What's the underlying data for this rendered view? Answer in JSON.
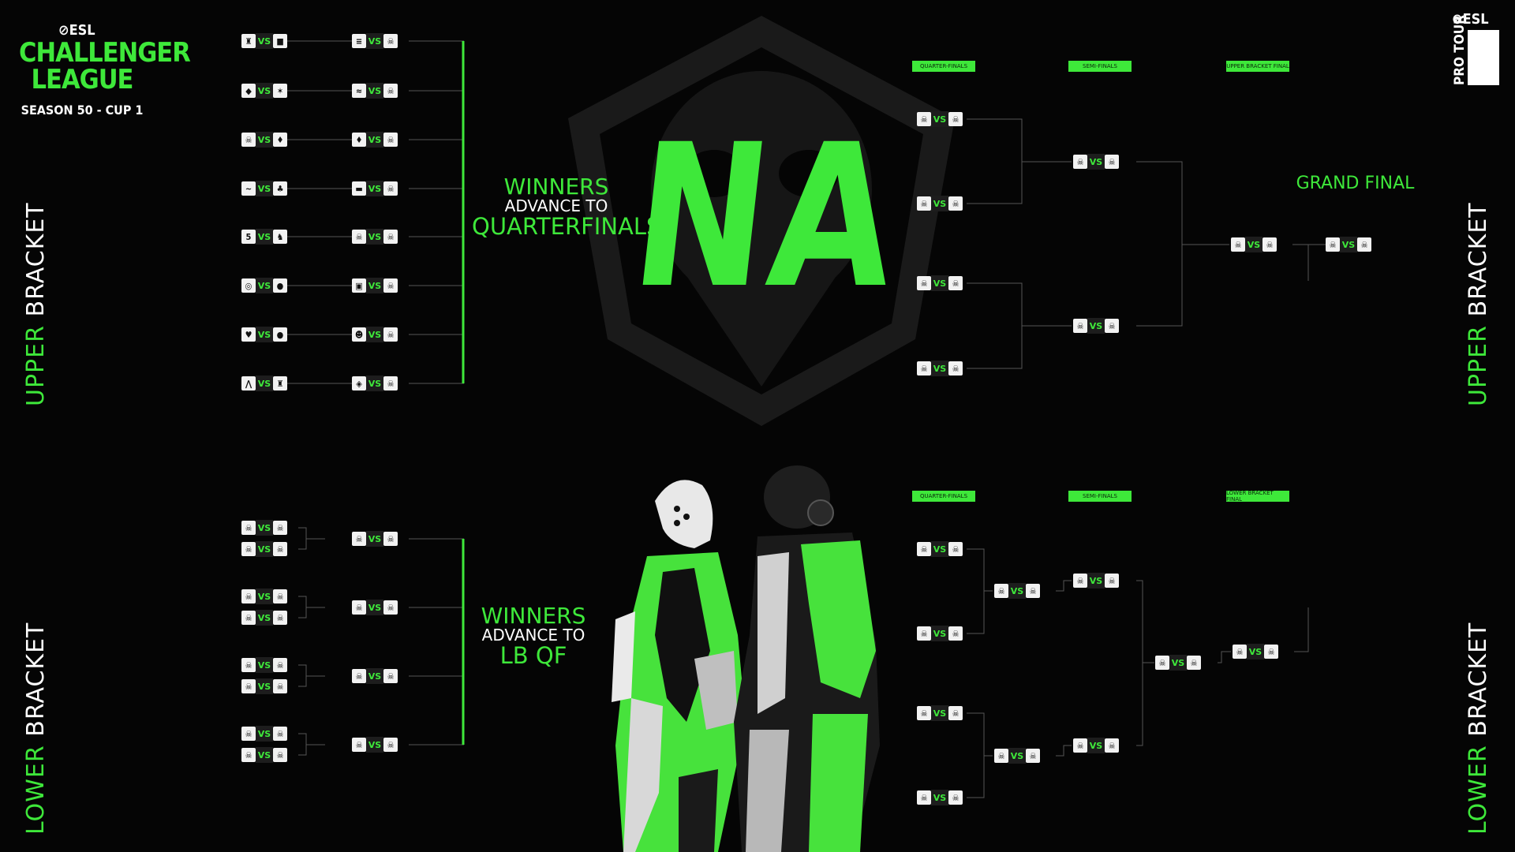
{
  "branding": {
    "esl_logo": "ESL",
    "league_line1": "CHALLENGER",
    "league_line2": "LEAGUE",
    "season": "SEASON 50 - CUP 1",
    "pro_tour_logo": "ESL",
    "pro_tour_text": "PRO TOUR"
  },
  "region": "NA",
  "labels": {
    "upper_bracket": {
      "a": "UPPER",
      "b": "BRACKET"
    },
    "lower_bracket": {
      "a": "LOWER",
      "b": "BRACKET"
    }
  },
  "upper_advance": {
    "l1": "WINNERS",
    "l2": "ADVANCE TO",
    "l3": "QUARTERFINALS"
  },
  "lower_advance": {
    "l1": "WINNERS",
    "l2": "ADVANCE TO",
    "l3": "LB QF"
  },
  "rounds_upper": {
    "qf": "QUARTER-FINALS",
    "sf": "SEMI-FINALS",
    "final": "UPPER BRACKET FINAL",
    "grand": "GRAND FINAL"
  },
  "rounds_lower": {
    "qf": "QUARTER-FINALS",
    "sf": "SEMI-FINALS",
    "final": "LOWER BRACKET FINAL"
  },
  "vs_text": "VS",
  "icons": {
    "tbd": "skull-icon",
    "team_icons": [
      "soldier-icon",
      "m8-icon",
      "nrg-icon",
      "bird-icon",
      "ibp-icon",
      "star-icon",
      "mascot-icon",
      "shield-icon",
      "wave-icon",
      "demon-icon",
      "gold-icon",
      "five-icon",
      "runner-icon",
      "q-icon",
      "circle-icon",
      "heart-icon",
      "cube-icon",
      "wing-icon",
      "arrow-icon",
      "geo-icon"
    ]
  },
  "colors": {
    "accent": "#3ee83a",
    "background": "#050505",
    "vs_bg": "#1d1d1d"
  }
}
